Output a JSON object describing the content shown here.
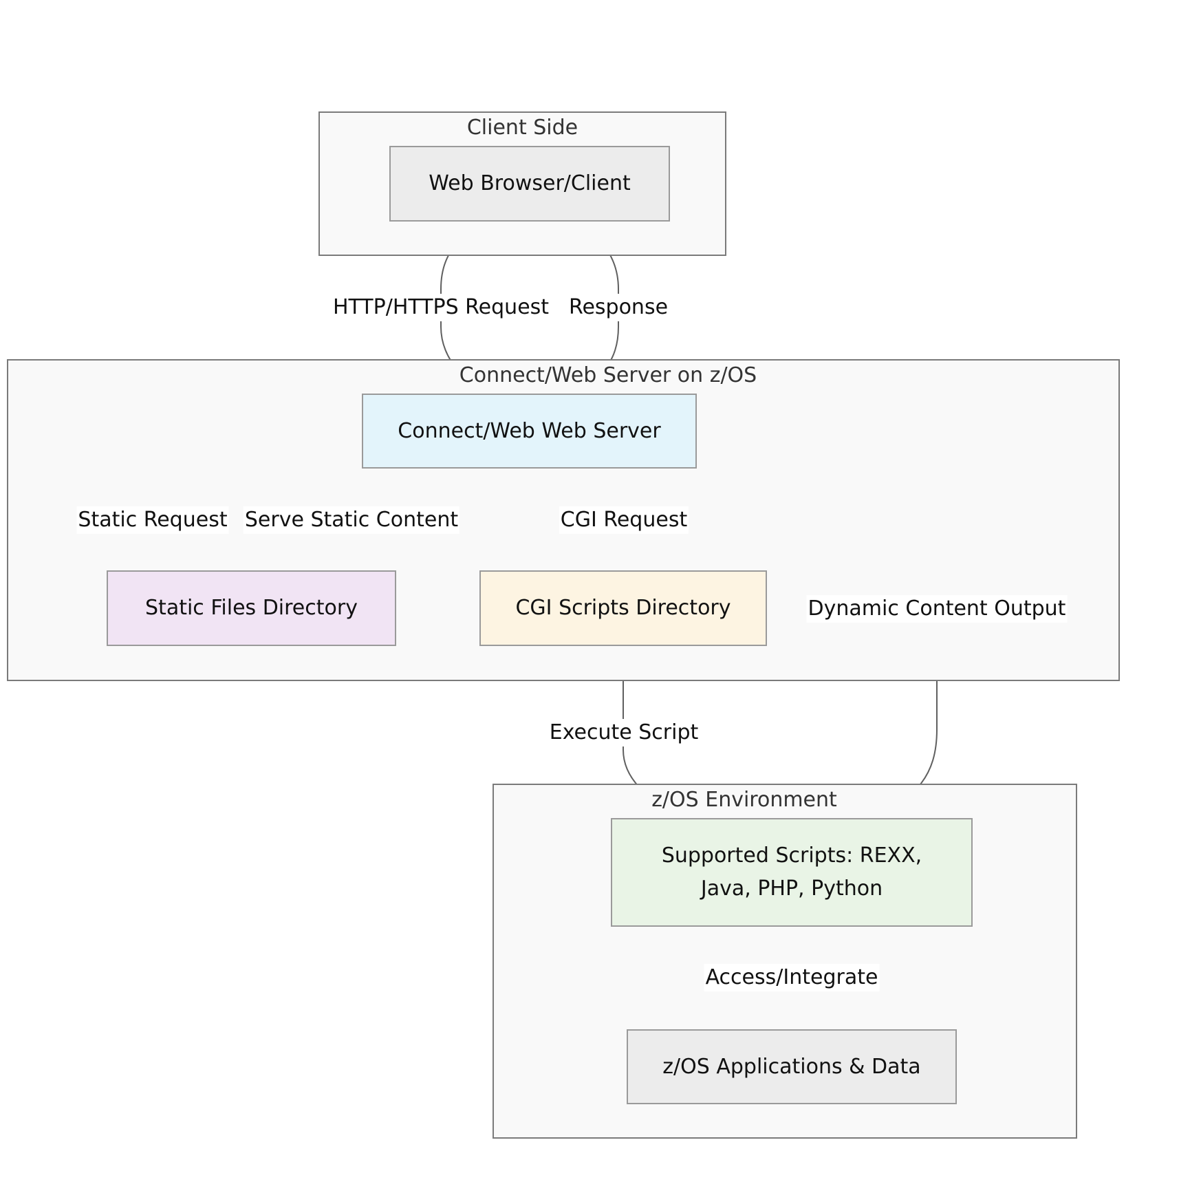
{
  "groups": {
    "client": {
      "title": "Client Side"
    },
    "server": {
      "title": "Connect/Web Server on  z/OS"
    },
    "zos": {
      "title": "z/OS Environment"
    }
  },
  "nodes": {
    "browser": {
      "label": "Web Browser/Client",
      "fill": "#ececec"
    },
    "webserver": {
      "label": "Connect/Web Web Server",
      "fill": "#e3f4fb"
    },
    "static_dir": {
      "label": "Static Files Directory",
      "fill": "#f1e4f4"
    },
    "cgi_dir": {
      "label": "CGI Scripts Directory",
      "fill": "#fdf4e2"
    },
    "scripts": {
      "label": "Supported Scripts: REXX, Java, PHP, Python",
      "fill": "#e9f4e6"
    },
    "apps": {
      "label": "z/OS Applications & Data",
      "fill": "#ececec"
    }
  },
  "edges": {
    "http_request": "HTTP/HTTPS Request",
    "response": "Response",
    "static_request": "Static Request",
    "serve_static": "Serve Static Content",
    "cgi_request": "CGI Request",
    "dynamic_output": "Dynamic Content Output",
    "execute_script": "Execute Script",
    "access_integrate": "Access/Integrate"
  },
  "colors": {
    "edge": "#5f5f5f",
    "group_border": "#7a7a7a",
    "group_fill": "#f9f9f9"
  }
}
